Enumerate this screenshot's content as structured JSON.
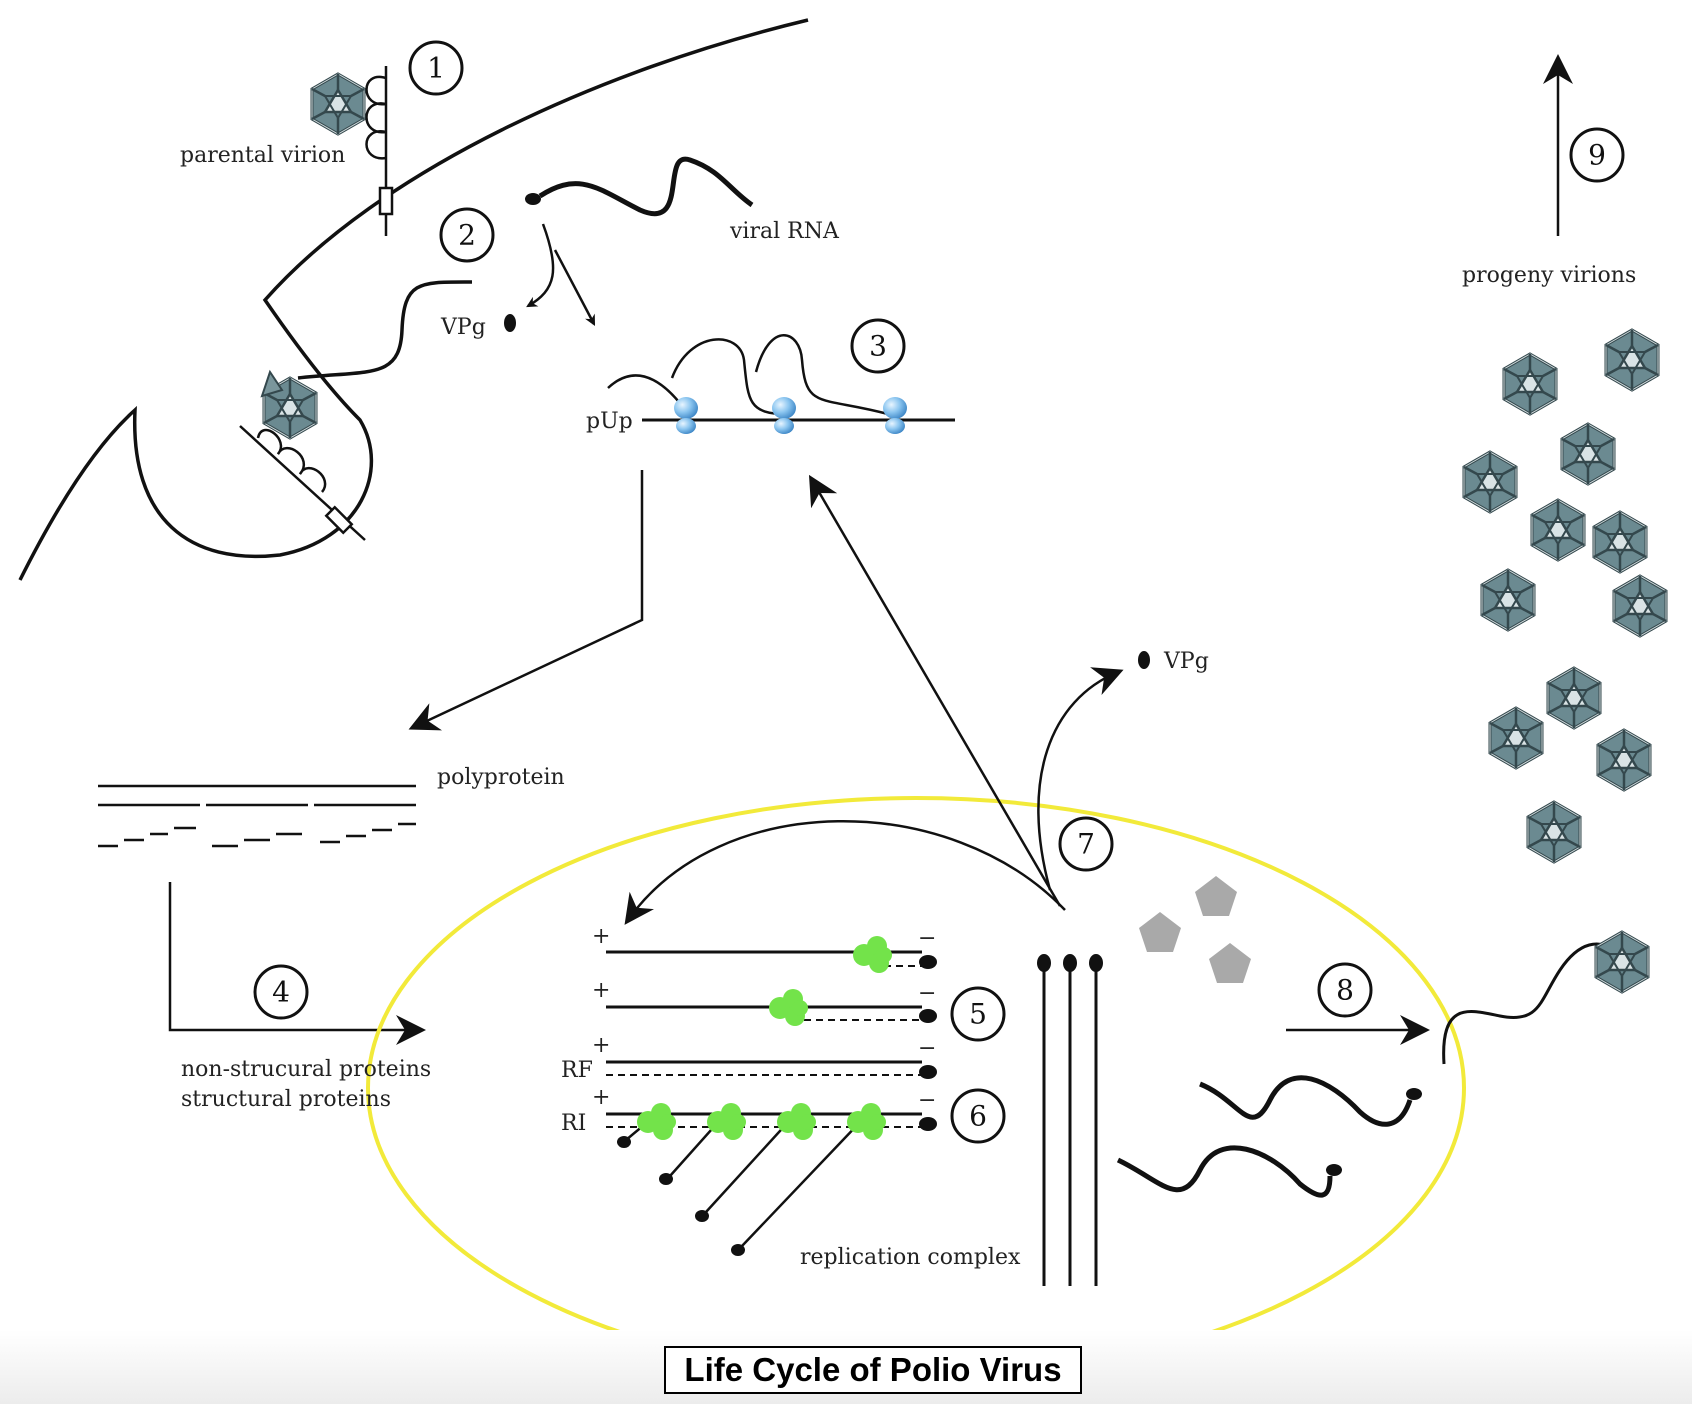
{
  "title": "Life Cycle of Polio Virus",
  "labels": {
    "parental_virion": "parental virion",
    "viral_rna": "viral RNA",
    "vpg_1": "VPg",
    "vpg_2": "VPg",
    "pup": "pUp",
    "polyprotein": "polyprotein",
    "non_structural": "non-strucural proteins",
    "structural": "structural proteins",
    "replication_complex": "replication complex",
    "progeny_virions": "progeny virions",
    "rf": "RF",
    "ri": "RI"
  },
  "steps": [
    "1",
    "2",
    "3",
    "4",
    "5",
    "6",
    "7",
    "8",
    "9"
  ],
  "strand_signs": {
    "plus": "+",
    "minus": "−"
  },
  "colors": {
    "capsid": "#5f7f86",
    "capsid_edge": "#34484d",
    "ribosome": "#7fbcee",
    "polymerase": "#73e34a",
    "protein": "#a9a9a9",
    "complex_outline": "#f2ea3a",
    "ink": "#111111"
  },
  "icons": [
    "virion-icon",
    "ribosome-icon",
    "polymerase-icon",
    "vpg-dot-icon",
    "receptor-icon",
    "protein-pentagon-icon"
  ]
}
